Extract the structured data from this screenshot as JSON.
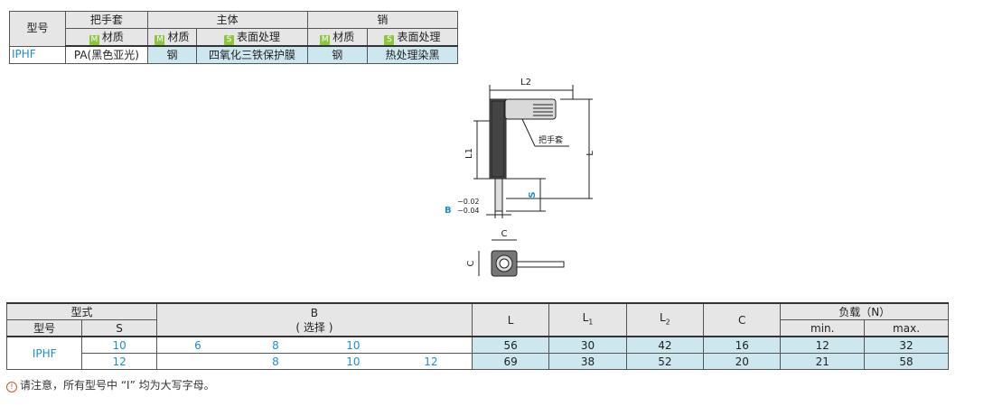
{
  "table1": {
    "model_label": "型号",
    "handle_label": "把手套",
    "body_label": "主体",
    "pin_label": "销",
    "material_label": "材质",
    "surface_label": "表面处理",
    "m_badge": "M",
    "s_badge": "S",
    "row": {
      "model": "IPHF",
      "handle_material": "PA(黑色亚光)",
      "body_material": "钢",
      "body_surface": "四氧化三铁保护膜",
      "pin_material": "钢",
      "pin_surface": "热处理染黑"
    }
  },
  "drawing": {
    "L2": "L2",
    "L1": "L1",
    "L": "L",
    "S": "S",
    "B": "B",
    "tol_upper": "−0.02",
    "tol_lower": "−0.04",
    "handle_label": "把手套",
    "C_top": "C",
    "C_side": "C"
  },
  "table2": {
    "type_label": "型式",
    "model_label": "型号",
    "S_label": "S",
    "B_label": "B",
    "B_sub": "( 选择 )",
    "L_label": "L",
    "L1_label": "L",
    "L1_sub": "1",
    "L2_label": "L",
    "L2_sub": "2",
    "C_label": "C",
    "load_label": "负载（N）",
    "min_label": "min.",
    "max_label": "max.",
    "model": "IPHF",
    "rows": [
      {
        "S": "10",
        "B": [
          "6",
          "8",
          "10",
          ""
        ],
        "L": "56",
        "L1": "30",
        "L2": "42",
        "C": "16",
        "min": "12",
        "max": "32"
      },
      {
        "S": "12",
        "B": [
          "",
          "8",
          "10",
          "12"
        ],
        "L": "69",
        "L1": "38",
        "L2": "52",
        "C": "20",
        "min": "21",
        "max": "58"
      }
    ]
  },
  "note": "请注意，所有型号中 “I” 均为大写字母。",
  "note_icon": "warning-icon"
}
